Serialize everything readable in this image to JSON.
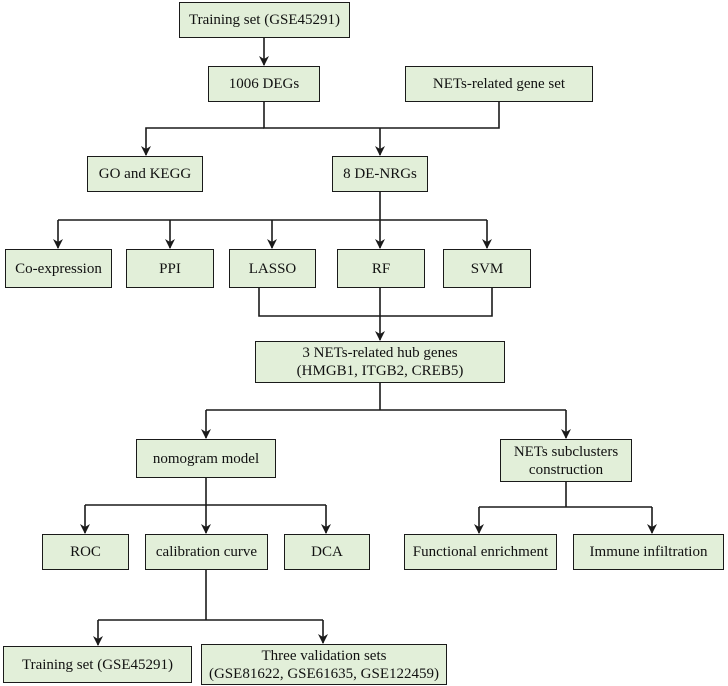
{
  "nodes": {
    "training_top": "Training set (GSE45291)",
    "degs": "1006 DEGs",
    "nets_gene_set": "NETs-related gene set",
    "go_kegg": "GO and KEGG",
    "de_nrgs": "8 DE-NRGs",
    "coexpression": "Co-expression",
    "ppi": "PPI",
    "lasso": "LASSO",
    "rf": "RF",
    "svm": "SVM",
    "hub_genes_line1": "3 NETs-related hub genes",
    "hub_genes_line2": "(HMGB1, ITGB2, CREB5)",
    "nomogram": "nomogram model",
    "nets_subclusters_line1": "NETs subclusters",
    "nets_subclusters_line2": "construction",
    "roc": "ROC",
    "calibration": "calibration curve",
    "dca": "DCA",
    "functional_enrichment": "Functional enrichment",
    "immune_infiltration": "Immune infiltration",
    "training_bottom": "Training set (GSE45291)",
    "validation_line1": "Three validation sets",
    "validation_line2": "(GSE81622, GSE61635, GSE122459)"
  },
  "colors": {
    "box_fill": "#e2efd9",
    "line": "#1a1a1a"
  }
}
